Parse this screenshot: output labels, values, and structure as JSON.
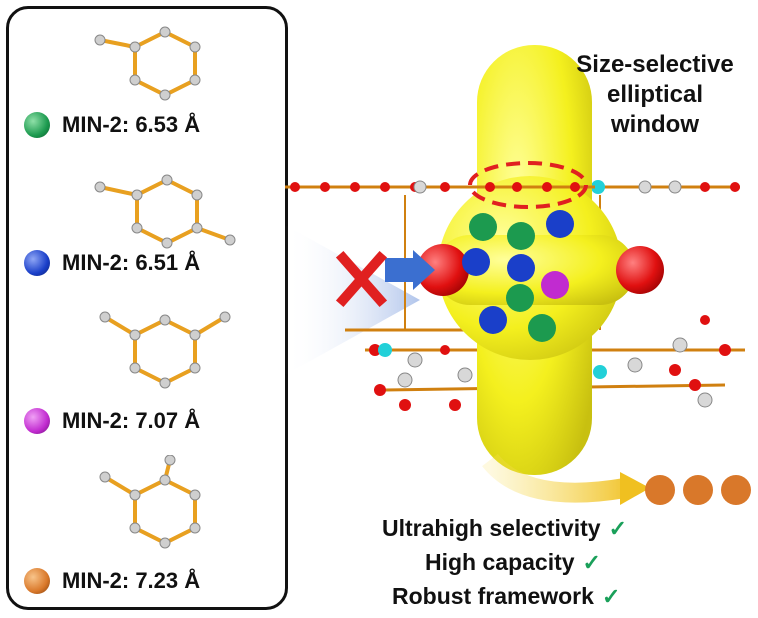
{
  "molecules": [
    {
      "label": "MIN-2: 6.53 Å",
      "color": "#1c9a4f",
      "icon": "toluene-molecule"
    },
    {
      "label": "MIN-2: 6.51 Å",
      "color": "#1a3fc9",
      "icon": "para-xylene-molecule"
    },
    {
      "label": "MIN-2: 7.07 Å",
      "color": "#c12bd0",
      "icon": "meta-xylene-molecule"
    },
    {
      "label": "MIN-2: 7.23 Å",
      "color": "#d9782a",
      "icon": "ortho-xylene-molecule"
    }
  ],
  "window_label": {
    "line1": "Size-selective",
    "line2": "elliptical",
    "line3": "window"
  },
  "features": [
    "Ultrahigh selectivity",
    "High capacity",
    "Robust framework"
  ],
  "check_mark": "✓",
  "colors": {
    "yellow": "#f4f01e",
    "oxygen": "#e01010",
    "reject": "#e02020",
    "arrow": "#3b6fd0",
    "check": "#1aa05a"
  }
}
